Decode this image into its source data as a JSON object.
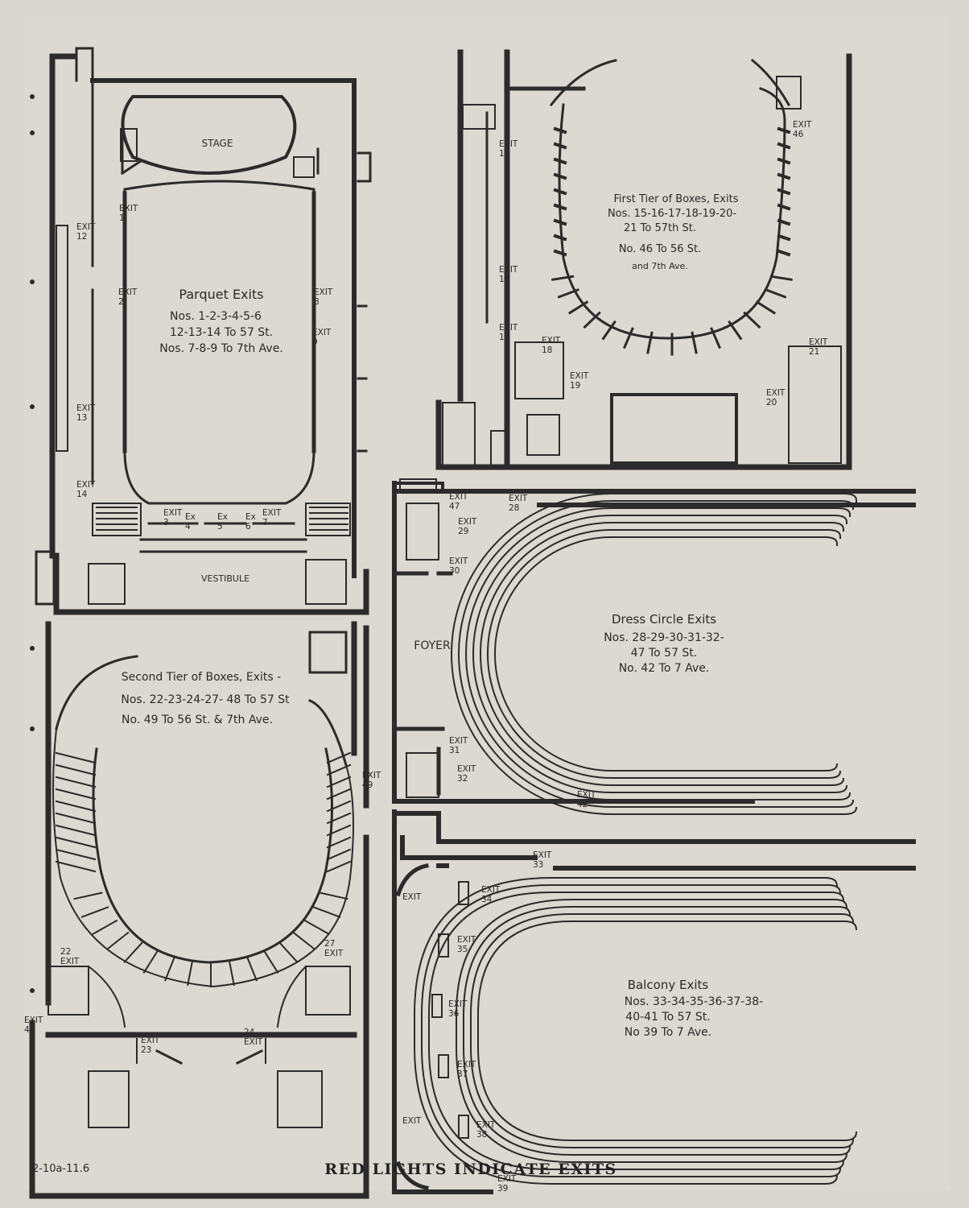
{
  "page_title": "RED LIGHTS INDICATE EXITS",
  "catalog_note": "2-10a-11.6",
  "parquet": {
    "stage": "STAGE",
    "vestibule": "VESTIBULE",
    "heading": "Parquet Exits",
    "line1": "Nos. 1-2-3-4-5-6",
    "line2": "12-13-14 To 57 St.",
    "line3": "Nos. 7-8-9 To 7th Ave.",
    "exits": [
      "EXIT 1",
      "EXIT 2",
      "EXIT 3",
      "Ex 4",
      "Ex 5",
      "Ex 6",
      "EXIT 7",
      "EXIT 8",
      "EXIT 9",
      "EXIT 12",
      "EXIT 13",
      "EXIT 14"
    ]
  },
  "first_tier": {
    "heading": "First Tier of Boxes, Exits",
    "line1": "Nos. 15-16-17-18-19-20-",
    "line2": "21 To 57th St.",
    "line3": "No. 46 To 56 St.",
    "line4": "and 7th Ave.",
    "exits": [
      "EXIT 15",
      "EXIT 16",
      "EXIT 17",
      "EXIT 18",
      "EXIT 19",
      "EXIT 20",
      "EXIT 21",
      "EXIT 46"
    ]
  },
  "second_tier": {
    "heading": "Second Tier of Boxes, Exits -",
    "line1": "Nos. 22-23-24-27- 48 To 57 St",
    "line2": "No. 49 To 56 St. & 7th Ave.",
    "exits": [
      "22 EXIT",
      "EXIT 23",
      "24 EXIT",
      "27 EXIT",
      "EXIT 48",
      "EXIT 49"
    ]
  },
  "dress_circle": {
    "foyer": "FOYER",
    "heading": "Dress Circle Exits",
    "line1": "Nos. 28-29-30-31-32-",
    "line2": "47 To 57 St.",
    "line3": "No. 42 To 7 Ave.",
    "exits": [
      "EXIT 47",
      "EXIT 28",
      "EXIT 29",
      "EXIT 30",
      "EXIT 31",
      "EXIT 32",
      "EXIT 42"
    ]
  },
  "balcony": {
    "heading": "Balcony Exits",
    "line1": "Nos. 33-34-35-36-37-38-",
    "line2": "40-41 To 57 St.",
    "line3": "No 39 To 7 Ave.",
    "exits": [
      "EXIT 33",
      "EXIT 34",
      "EXIT 35",
      "EXIT 36",
      "EXIT 37",
      "EXIT 38",
      "EXIT 39",
      "EXIT",
      "EXIT"
    ]
  },
  "colors": {
    "paper": "#d9d6cf",
    "ink": "#2b2b2b"
  }
}
